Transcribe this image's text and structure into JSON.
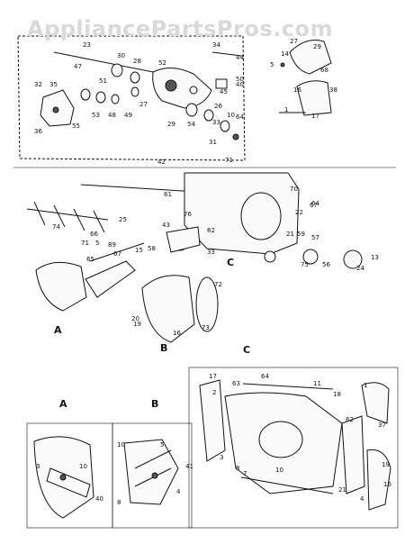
{
  "watermark": "AppliancePartsPros.com",
  "section_labels": {
    "a": "A",
    "b": "B",
    "c": "C"
  },
  "callouts": {
    "top": [
      "23",
      "47",
      "30",
      "28",
      "52",
      "44",
      "34",
      "40",
      "45",
      "50",
      "32",
      "35",
      "51",
      "53",
      "48",
      "49",
      "27",
      "29",
      "54",
      "55",
      "26",
      "33",
      "10",
      "64",
      "31",
      "36"
    ],
    "right_top": [
      "27",
      "29",
      "5",
      "14",
      "68",
      "16",
      "38",
      "1",
      "17"
    ],
    "mid": [
      "42",
      "71",
      "61",
      "70",
      "22",
      "67",
      "64",
      "74",
      "25",
      "43",
      "76",
      "66",
      "71",
      "5",
      "89",
      "65",
      "67",
      "15",
      "58",
      "33",
      "21",
      "59",
      "57",
      "75",
      "56",
      "24",
      "13",
      "62",
      "72",
      "19",
      "20",
      "73",
      "16"
    ],
    "inset_c": [
      "17",
      "63",
      "64",
      "11",
      "2",
      "18",
      "1",
      "3",
      "7",
      "4",
      "62",
      "37",
      "21",
      "19",
      "16",
      "8",
      "10"
    ],
    "inset_a": [
      "3",
      "40",
      "10"
    ],
    "inset_b": [
      "10",
      "5",
      "41",
      "8",
      "4"
    ]
  }
}
